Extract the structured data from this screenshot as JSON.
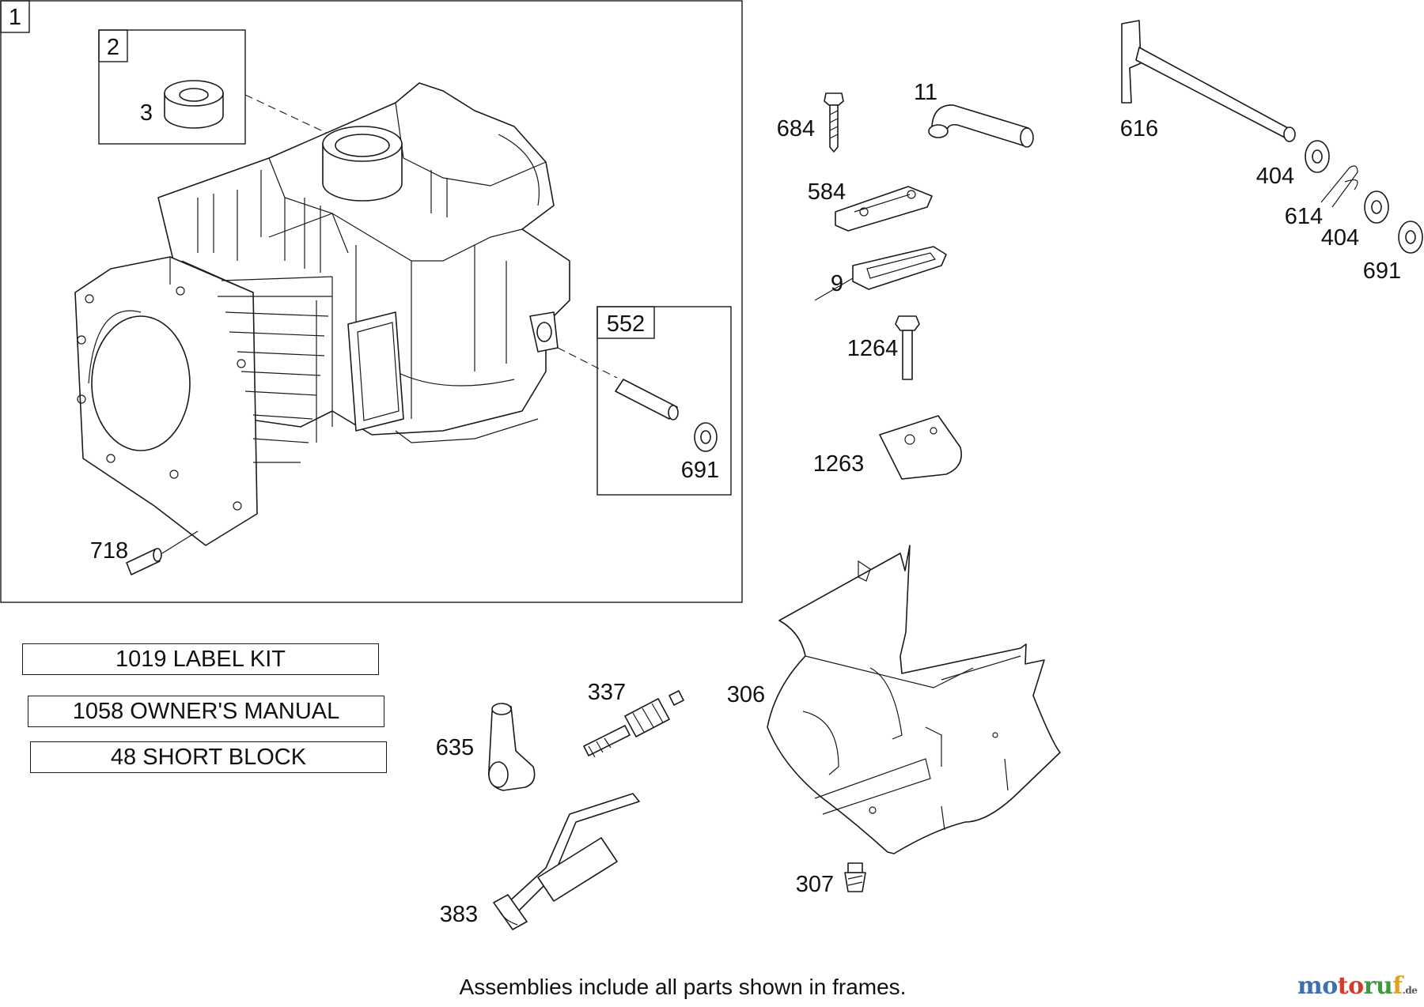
{
  "frames": {
    "short_block": {
      "number": "1"
    },
    "seal_kit": {
      "number": "2"
    },
    "pin_kit": {
      "number": "552"
    }
  },
  "callouts": {
    "c3": "3",
    "c691_frame": "691",
    "c718": "718",
    "c684": "684",
    "c11": "11",
    "c584": "584",
    "c9": "9",
    "c1264": "1264",
    "c1263": "1263",
    "c616": "616",
    "c404_a": "404",
    "c614": "614",
    "c404_b": "404",
    "c691_b": "691",
    "c337": "337",
    "c306": "306",
    "c635": "635",
    "c307": "307",
    "c383": "383"
  },
  "kits": [
    {
      "label": "1019 LABEL KIT"
    },
    {
      "label": "1058 OWNER'S MANUAL"
    },
    {
      "label": "48 SHORT BLOCK"
    }
  ],
  "footnote": "Assemblies include all parts shown in frames.",
  "watermark": {
    "part1": "mo",
    "part2": "to",
    "part3": "ru",
    "part4": "f",
    "suffix": ".de"
  }
}
